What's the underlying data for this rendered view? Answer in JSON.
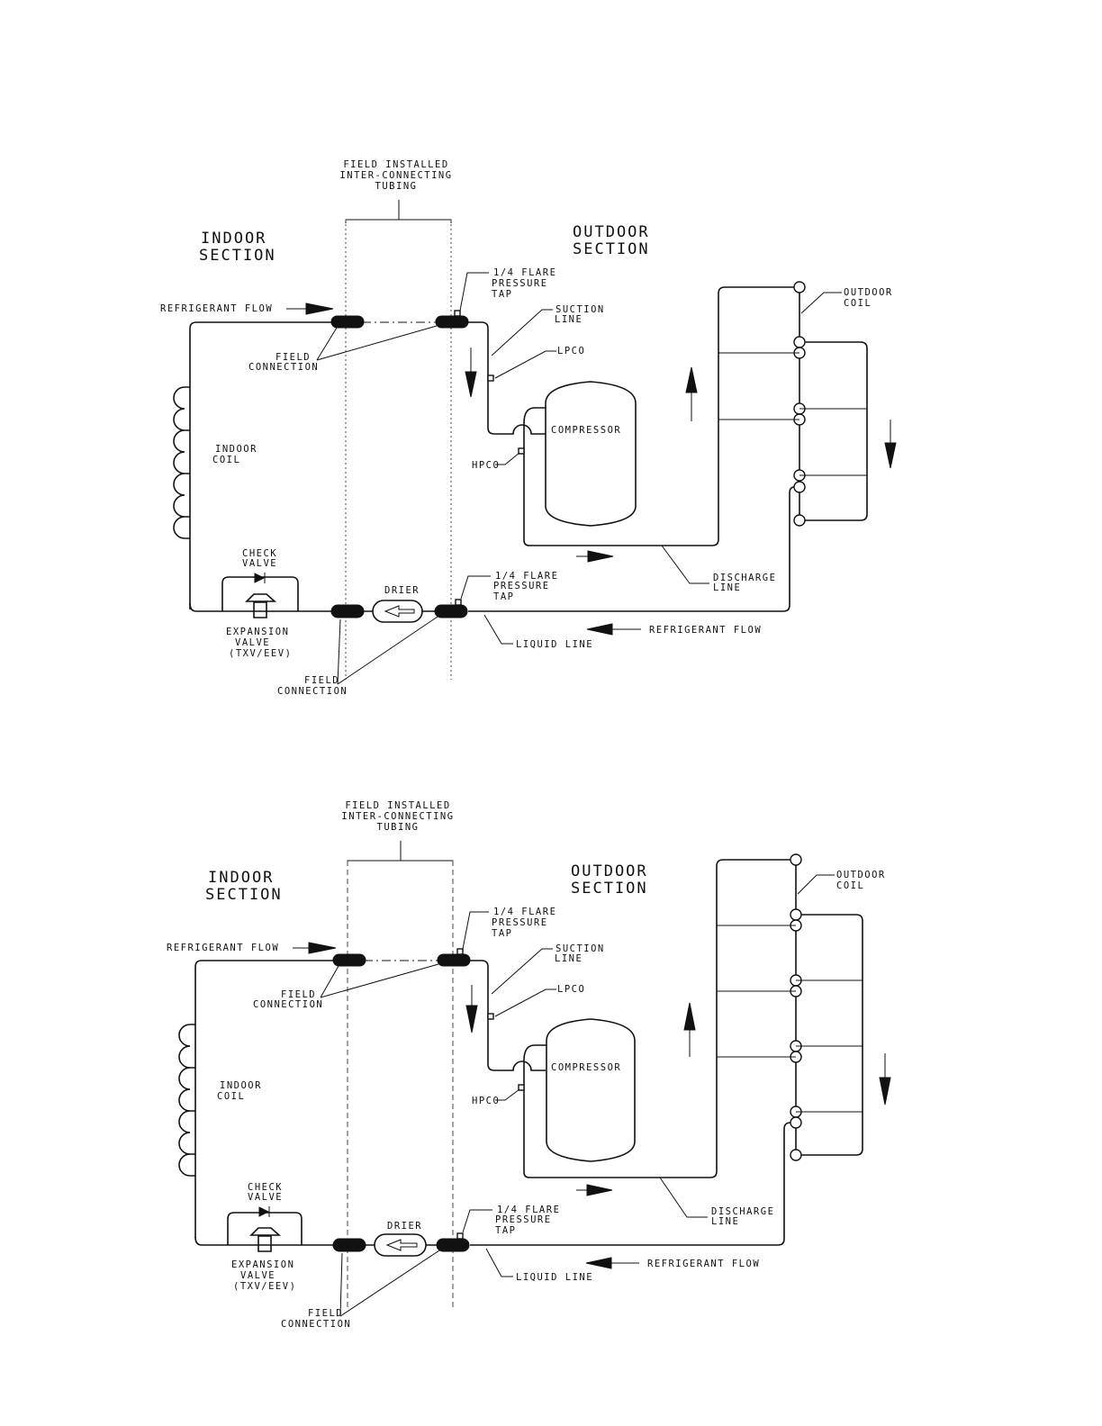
{
  "diagrams": [
    {
      "field_installed": [
        "FIELD INSTALLED",
        "INTER-CONNECTING",
        "TUBING"
      ],
      "indoor_section": [
        "INDOOR",
        "SECTION"
      ],
      "outdoor_section": [
        "OUTDOOR",
        "SECTION"
      ],
      "refrigerant_flow_top": "REFRIGERANT FLOW",
      "refrigerant_flow_bottom": "REFRIGERANT FLOW",
      "field_connection_top": [
        "FIELD",
        "CONNECTION"
      ],
      "field_connection_bottom": [
        "FIELD",
        "CONNECTION"
      ],
      "flare_tap_top": [
        "1/4 FLARE",
        "PRESSURE",
        "TAP"
      ],
      "flare_tap_bottom": [
        "1/4 FLARE",
        "PRESSURE",
        "TAP"
      ],
      "suction_line": [
        "SUCTION",
        "LINE"
      ],
      "lpco": "LPCO",
      "hpco": "HPCO",
      "compressor": "COMPRESSOR",
      "outdoor_coil": [
        "OUTDOOR",
        "COIL"
      ],
      "indoor_coil": [
        "INDOOR",
        "COIL"
      ],
      "check_valve": [
        "CHECK",
        "VALVE"
      ],
      "drier": "DRIER",
      "expansion_valve": [
        "EXPANSION",
        "VALVE",
        "(TXV/EEV)"
      ],
      "discharge_line": [
        "DISCHARGE",
        "LINE"
      ],
      "liquid_line": "LIQUID LINE"
    },
    {
      "field_installed": [
        "FIELD INSTALLED",
        "INTER-CONNECTING",
        "TUBING"
      ],
      "indoor_section": [
        "INDOOR",
        "SECTION"
      ],
      "outdoor_section": [
        "OUTDOOR",
        "SECTION"
      ],
      "refrigerant_flow_top": "REFRIGERANT FLOW",
      "refrigerant_flow_bottom": "REFRIGERANT FLOW",
      "field_connection_top": [
        "FIELD",
        "CONNECTION"
      ],
      "field_connection_bottom": [
        "FIELD",
        "CONNECTION"
      ],
      "flare_tap_top": [
        "1/4 FLARE",
        "PRESSURE",
        "TAP"
      ],
      "flare_tap_bottom": [
        "1/4 FLARE",
        "PRESSURE",
        "TAP"
      ],
      "suction_line": [
        "SUCTION",
        "LINE"
      ],
      "lpco": "LPCO",
      "hpco": "HPCO",
      "compressor": "COMPRESSOR",
      "outdoor_coil": [
        "OUTDOOR",
        "COIL"
      ],
      "indoor_coil": [
        "INDOOR",
        "COIL"
      ],
      "check_valve": [
        "CHECK",
        "VALVE"
      ],
      "drier": "DRIER",
      "expansion_valve": [
        "EXPANSION",
        "VALVE",
        "(TXV/EEV)"
      ],
      "discharge_line": [
        "DISCHARGE",
        "LINE"
      ],
      "liquid_line": "LIQUID LINE"
    }
  ]
}
